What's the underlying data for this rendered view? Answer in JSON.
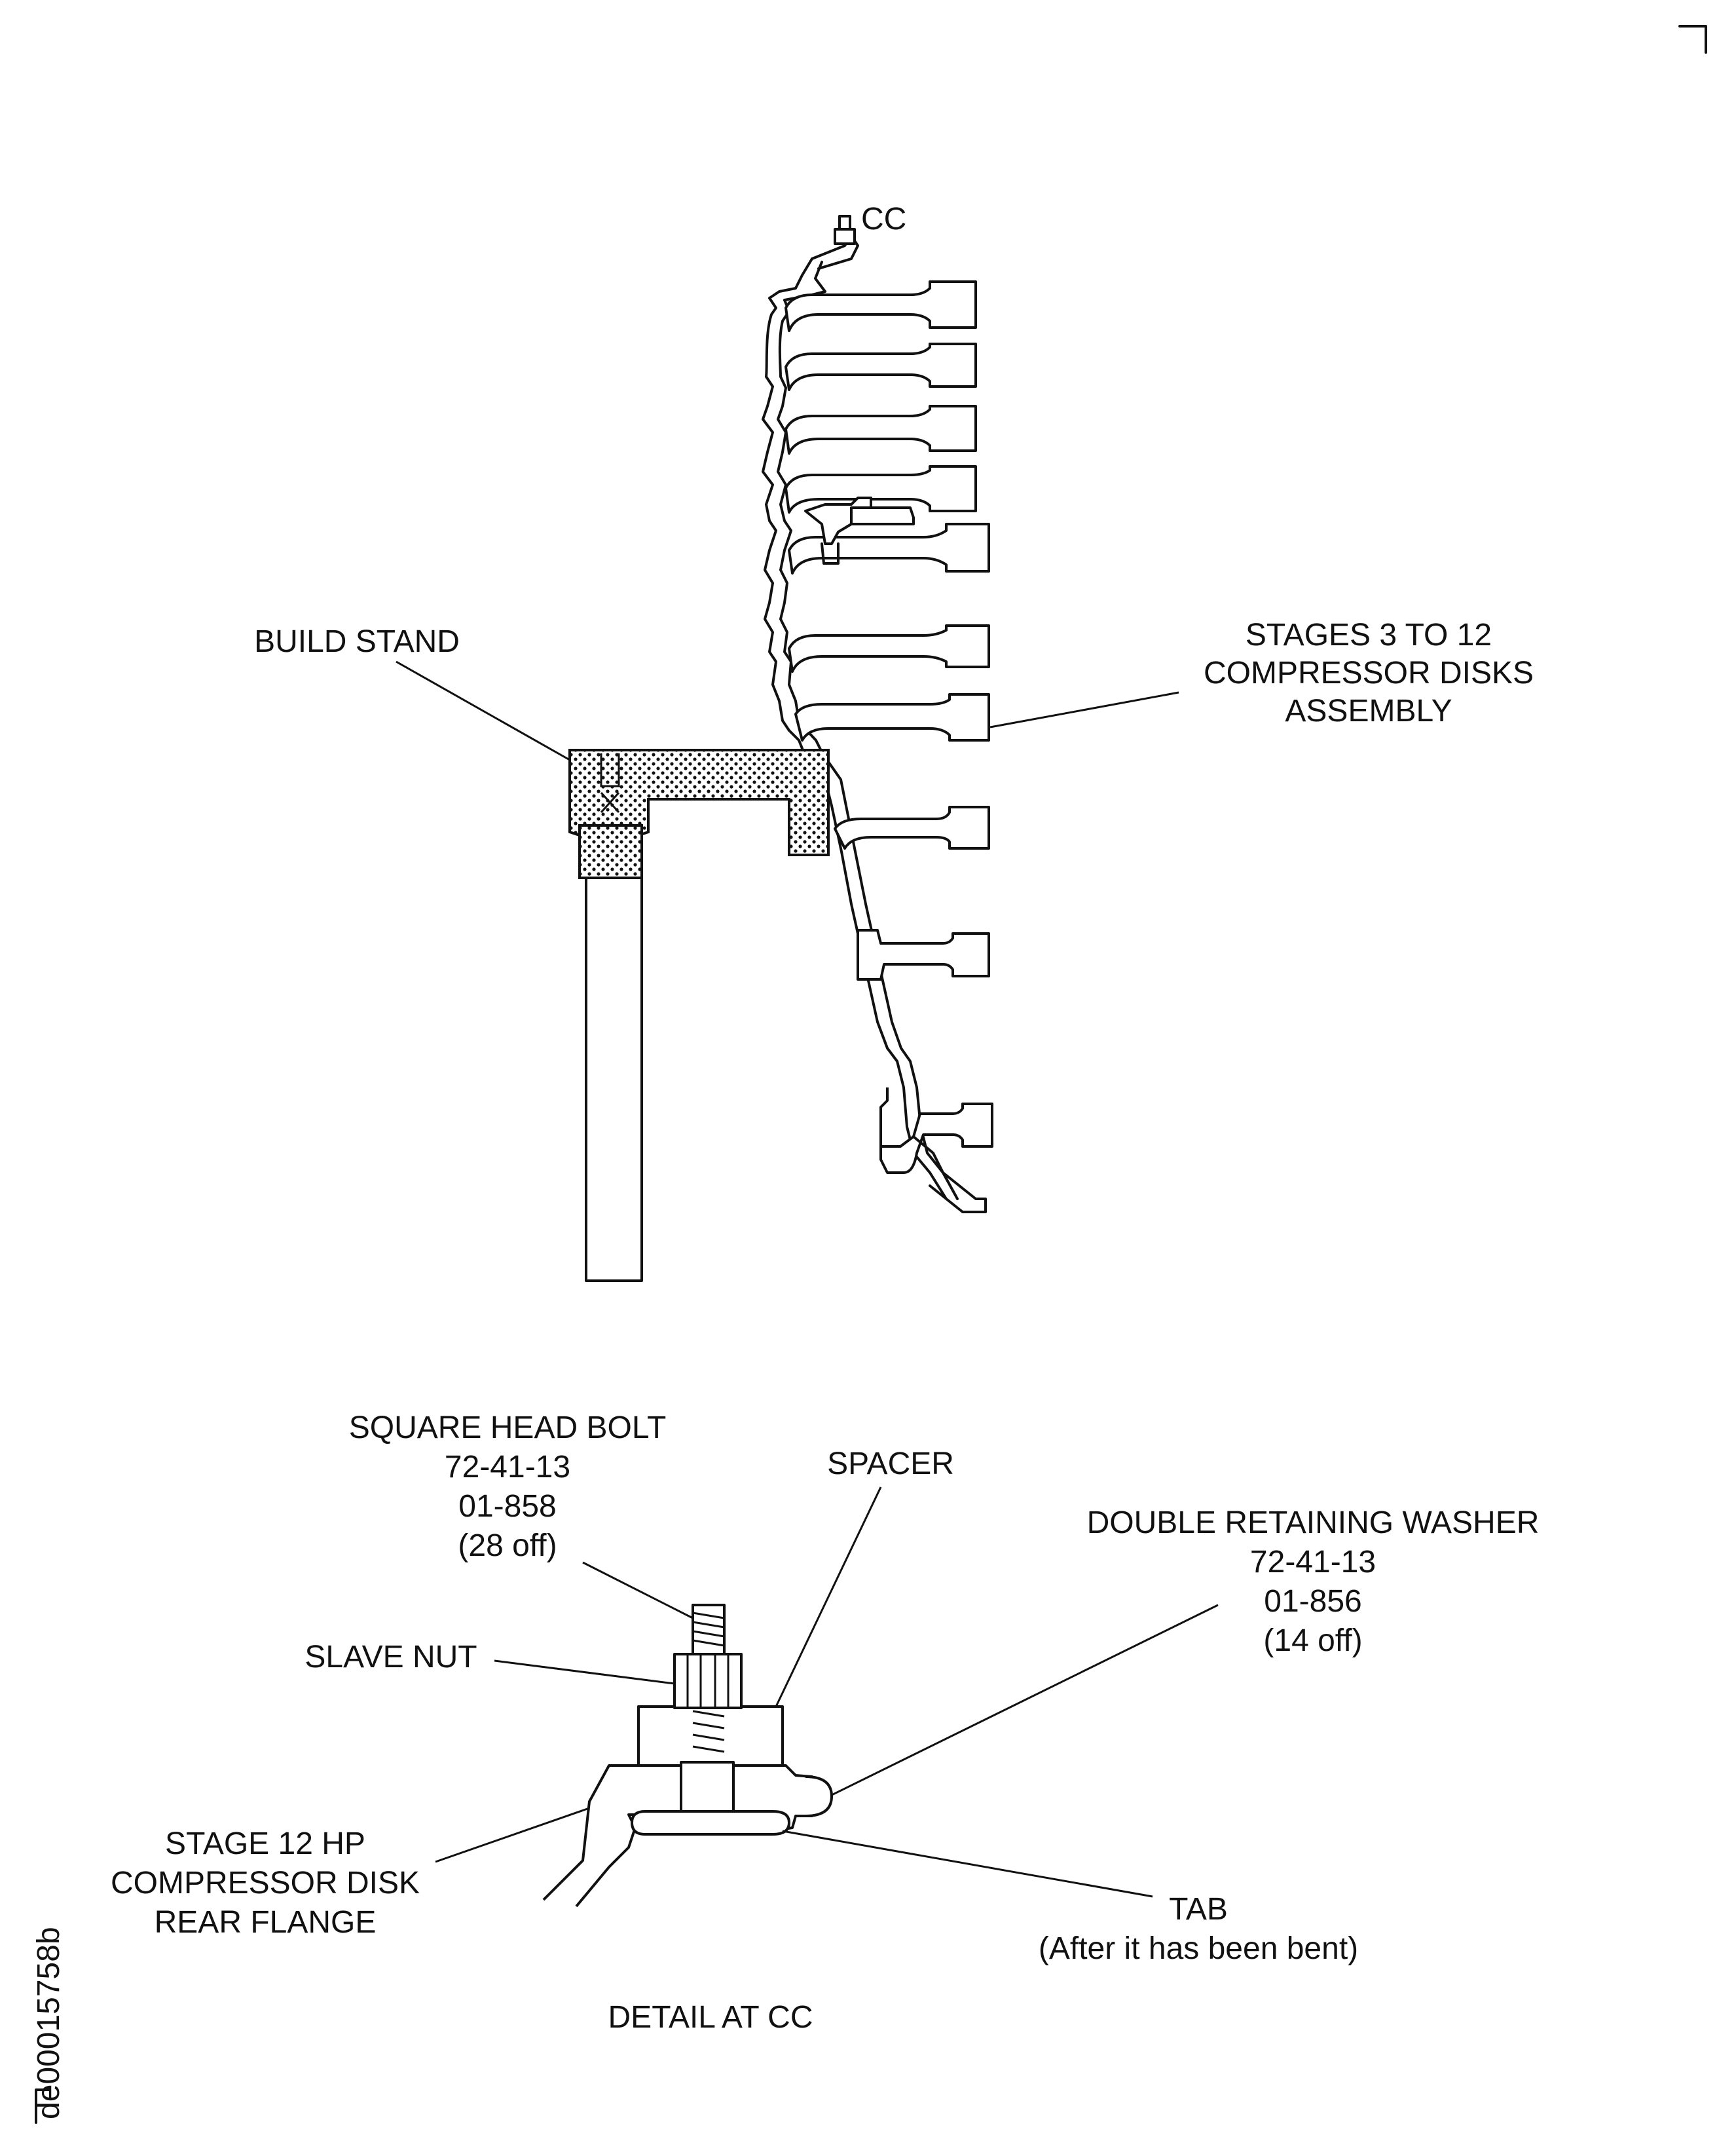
{
  "callouts": {
    "cc_marker": "CC",
    "build_stand": "BUILD STAND",
    "disks_assembly": [
      "STAGES 3 TO 12",
      "COMPRESSOR DISKS",
      "ASSEMBLY"
    ],
    "square_head_bolt": [
      "SQUARE HEAD BOLT",
      "72-41-13",
      "01-858",
      "(28 off)"
    ],
    "spacer": "SPACER",
    "double_retaining_washer": [
      "DOUBLE RETAINING WASHER",
      "72-41-13",
      "01-856",
      "(14 off)"
    ],
    "slave_nut": "SLAVE NUT",
    "stage12_flange": [
      "STAGE 12 HP",
      "COMPRESSOR DISK",
      "REAR FLANGE"
    ],
    "tab": [
      "TAB",
      "(After it has been bent)"
    ],
    "detail_title": "DETAIL AT CC"
  },
  "figure_ref": "de00015758b"
}
